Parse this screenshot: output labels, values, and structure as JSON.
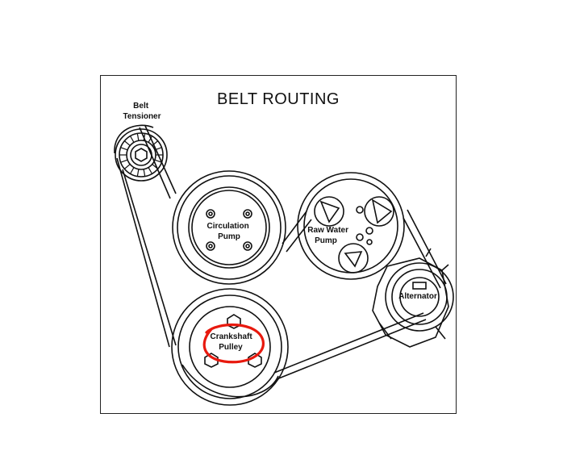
{
  "diagram": {
    "title": "BELT ROUTING",
    "components": [
      {
        "id": "belt-tensioner",
        "label_lines": [
          "Belt",
          "Tensioner"
        ]
      },
      {
        "id": "circulation-pump",
        "label_lines": [
          "Circulation",
          "Pump"
        ]
      },
      {
        "id": "raw-water-pump",
        "label_lines": [
          "Raw Water",
          "Pump"
        ]
      },
      {
        "id": "alternator",
        "label_lines": [
          "Alternator"
        ]
      },
      {
        "id": "crankshaft-pulley",
        "label_lines": [
          "Crankshaft",
          "Pulley"
        ]
      }
    ],
    "highlight": {
      "target": "crankshaft-pulley",
      "color": "#e8190e"
    },
    "line_color": "#111111"
  }
}
